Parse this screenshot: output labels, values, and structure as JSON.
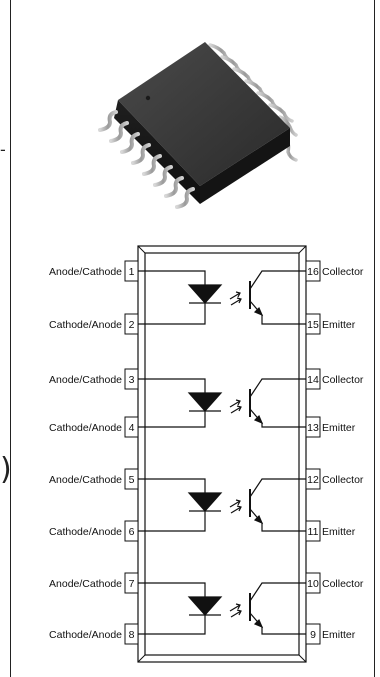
{
  "left_pins": [
    {
      "num": "1",
      "label": "Anode/Cathode"
    },
    {
      "num": "2",
      "label": "Cathode/Anode"
    },
    {
      "num": "3",
      "label": "Anode/Cathode"
    },
    {
      "num": "4",
      "label": "Cathode/Anode"
    },
    {
      "num": "5",
      "label": "Anode/Cathode"
    },
    {
      "num": "6",
      "label": "Cathode/Anode"
    },
    {
      "num": "7",
      "label": "Anode/Cathode"
    },
    {
      "num": "8",
      "label": "Cathode/Anode"
    }
  ],
  "right_pins": [
    {
      "num": "16",
      "label": "Collector"
    },
    {
      "num": "15",
      "label": "Emitter"
    },
    {
      "num": "14",
      "label": "Collector"
    },
    {
      "num": "13",
      "label": "Emitter"
    },
    {
      "num": "12",
      "label": "Collector"
    },
    {
      "num": "11",
      "label": "Emitter"
    },
    {
      "num": "10",
      "label": "Collector"
    },
    {
      "num": "9",
      "label": "Emitter"
    }
  ]
}
